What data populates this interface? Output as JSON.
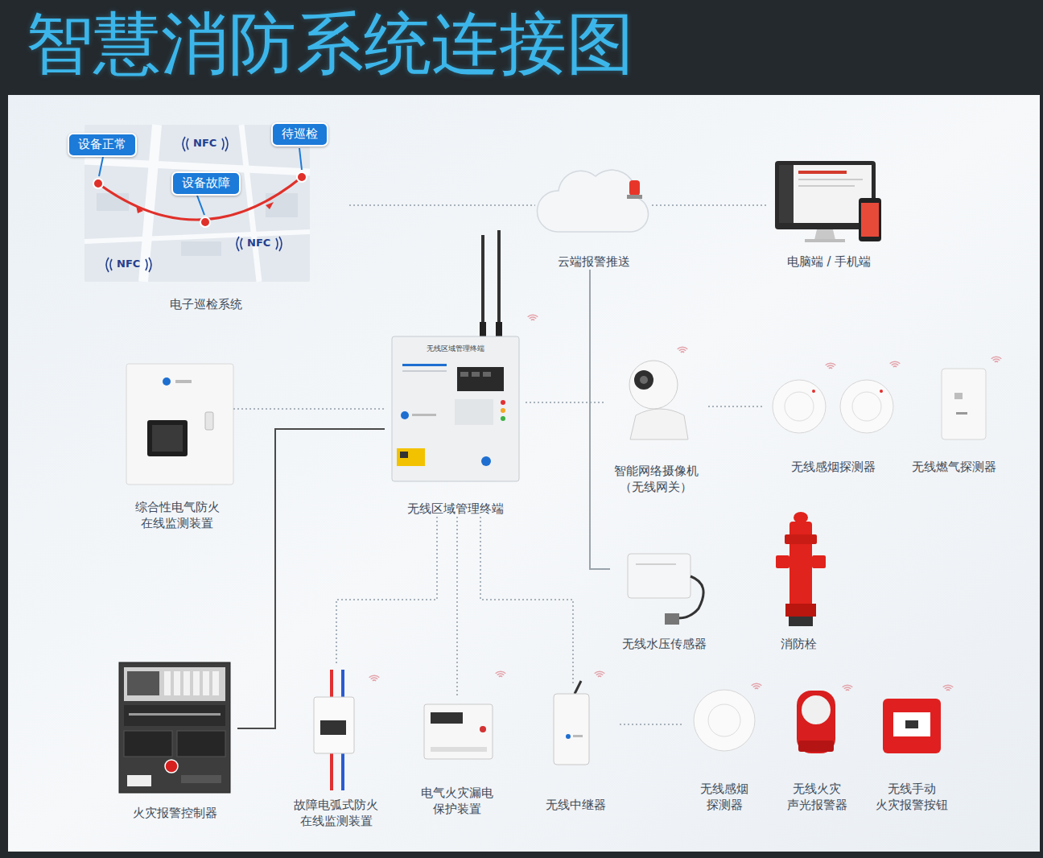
{
  "diagram": {
    "title": "智慧消防系统连接图",
    "nodes": [
      {
        "text": [
          "电子巡检系统"
        ]
      },
      {
        "text": [
          "设备正常"
        ],
        "in": 0
      },
      {
        "text": [
          "设备故障"
        ],
        "in": 0
      },
      {
        "text": [
          "待巡检"
        ],
        "in": 0
      },
      {
        "text": [
          "云端报警推送"
        ]
      },
      {
        "text": [
          "电脑端 / 手机端"
        ]
      },
      {
        "text": [
          "综合性电气防火 在线监测装置"
        ]
      },
      {
        "text": [
          "无线区域管理终端"
        ]
      },
      {
        "text": [
          "智能网络摄像机 （无线网关）"
        ]
      },
      {
        "text": [
          "无线感烟探测器"
        ]
      },
      {
        "text": [
          "无线燃气探测器"
        ]
      },
      {
        "text": [
          "无线水压传感器"
        ]
      },
      {
        "text": [
          "消防栓"
        ]
      },
      {
        "text": [
          "火灾报警控制器"
        ]
      },
      {
        "text": [
          "故障电弧式防火 在线监测装置"
        ]
      },
      {
        "text": [
          "电气火灾漏电 保护装置"
        ]
      },
      {
        "text": [
          "无线中继器"
        ]
      },
      {
        "text": [
          "无线感烟 探测器"
        ]
      },
      {
        "text": [
          "无线火灾 声光报警器"
        ]
      },
      {
        "text": [
          "无线手动 火灾报警按钮"
        ]
      }
    ],
    "edges": [
      {
        "from": 0,
        "to": 4,
        "arrow": "none"
      },
      {
        "from": 4,
        "to": 5,
        "arrow": "none"
      },
      {
        "from": 6,
        "to": 7,
        "arrow": "none"
      },
      {
        "from": 13,
        "to": 7,
        "arrow": "none"
      },
      {
        "from": 7,
        "to": 8,
        "arrow": "none"
      },
      {
        "from": 8,
        "to": 9,
        "arrow": "none"
      },
      {
        "from": 4,
        "to": 11,
        "arrow": "none"
      },
      {
        "from": 7,
        "to": 14,
        "arrow": "none"
      },
      {
        "from": 7,
        "to": 15,
        "arrow": "none"
      },
      {
        "from": 7,
        "to": 16,
        "arrow": "none"
      },
      {
        "from": 16,
        "to": 17,
        "arrow": "none"
      }
    ],
    "labels": [
      "NFC",
      "NFC",
      "NFC",
      "无线区域管理终端"
    ]
  }
}
